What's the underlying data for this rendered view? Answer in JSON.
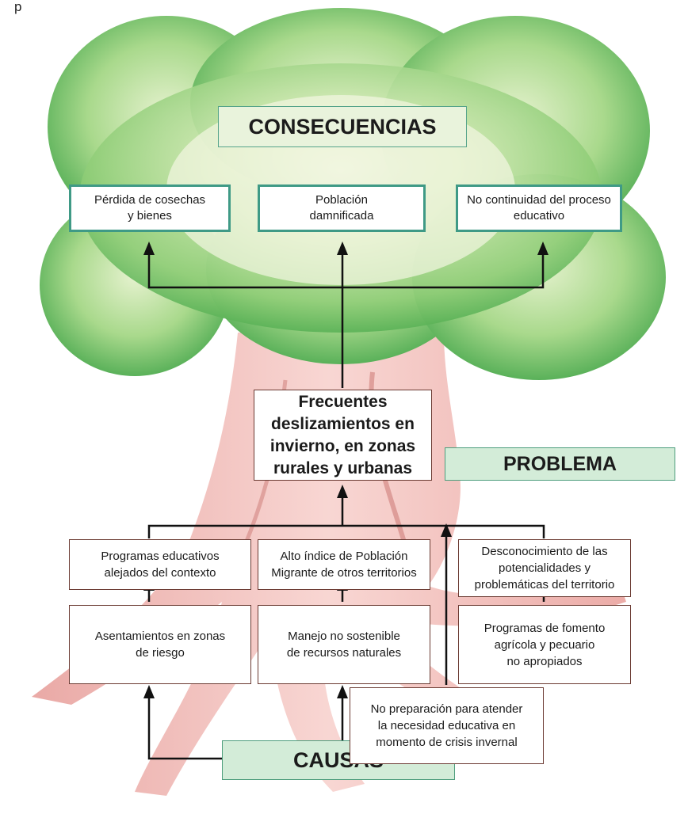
{
  "top_letter": "p",
  "labels": {
    "consequences": "CONSECUENCIAS",
    "problem": "PROBLEMA",
    "causes": "CAUSAS"
  },
  "consequences": [
    "Pérdida de cosechas\ny bienes",
    "Población\ndamnificada",
    "No continuidad del proceso\neducativo"
  ],
  "problem": "Frecuentes\ndeslizamientos en\ninvierno, en zonas\nrurales y urbanas",
  "causes_upper": [
    "Programas educativos\nalejados del contexto",
    "Alto índice de Población\nMigrante de otros territorios",
    "Desconocimiento de las\npotencialidades y\nproblemáticas del territorio"
  ],
  "causes_lower": [
    "Asentamientos en zonas\nde riesgo",
    "Manejo no sostenible\nde recursos naturales",
    "Programas de fomento\nagrícola y pecuario\nno apropiados"
  ],
  "cause_bottom": "No preparación para atender\nla necesidad educativa en\nmomento de crisis invernal",
  "colors": {
    "foliage_dark": "#4caf50",
    "foliage_light": "#c9e6a8",
    "trunk": "#e8a3a0",
    "consequence_border": "#3f9a86",
    "cause_border": "#6b3a32",
    "label_fill": "#d3ecd8"
  }
}
